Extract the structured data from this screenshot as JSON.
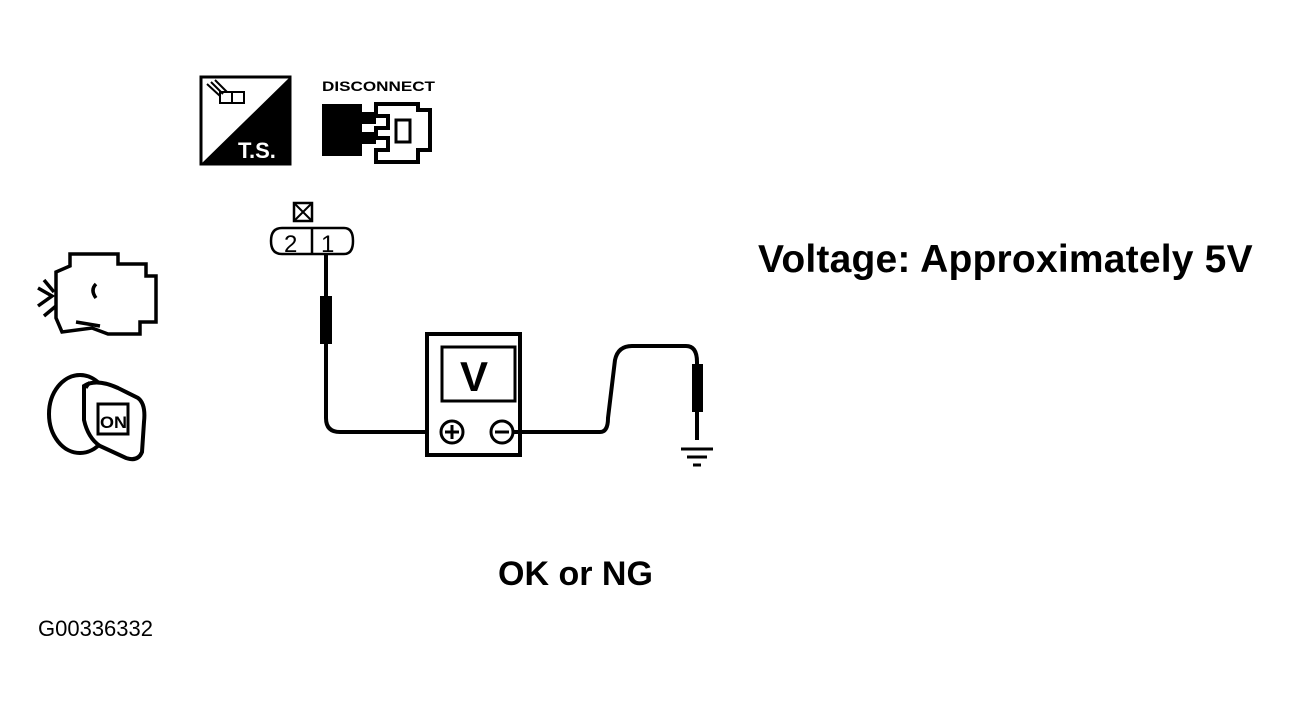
{
  "icons": {
    "test_icon_label": "T.S.",
    "disconnect_icon_label": "DISCONNECT",
    "ignition_label": "ON"
  },
  "connector": {
    "pin_left": "2",
    "pin_right": "1"
  },
  "meter": {
    "symbol": "V"
  },
  "specification": "Voltage: Approximately 5V",
  "result": "OK or NG",
  "figure_id": "G00336332"
}
